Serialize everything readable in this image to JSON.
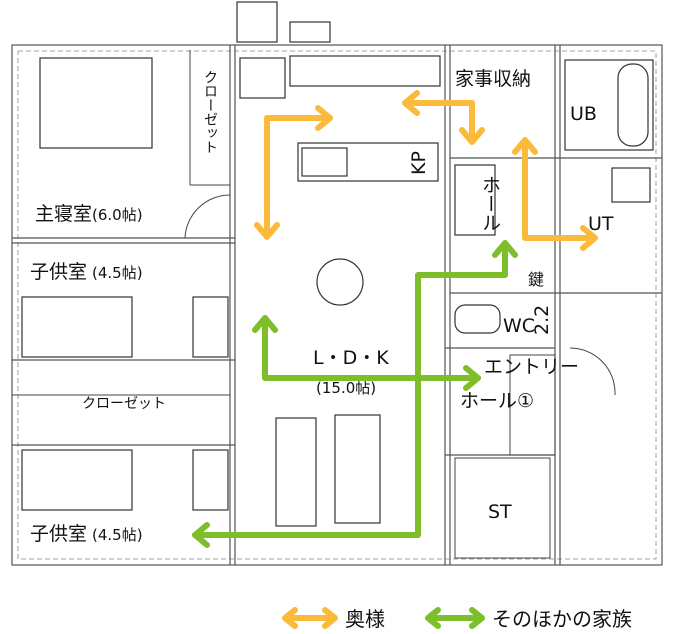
{
  "rooms": {
    "closet_top": "クローゼット",
    "master_bedroom": "主寝室",
    "master_bedroom_size": "(6.0帖)",
    "kids_room_1": "子供室",
    "kids_room_1_size": "(4.5帖)",
    "closet_mid": "クローゼット",
    "kids_room_2": "子供室",
    "kids_room_2_size": "(4.5帖)",
    "housework_storage": "家事収納",
    "kp": "KP",
    "hall": "ホール",
    "ub": "UB",
    "ut": "UT",
    "key": "鍵",
    "wc": "WC",
    "dim": "2.2",
    "ldk": "L・D・K",
    "ldk_size": "(15.0帖)",
    "entry": "エントリー",
    "entry_hall": "ホール①",
    "st": "ST"
  },
  "legend": [
    {
      "label": "奥様",
      "color": "#FBBA3A"
    },
    {
      "label": "そのほかの家族",
      "color": "#7DBE2A"
    }
  ]
}
